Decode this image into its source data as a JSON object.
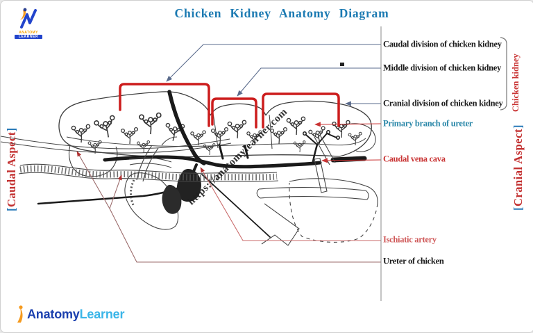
{
  "title": "Chicken Kidney Anatomy Diagram",
  "watermark": "https://anatomylearner.com",
  "aspect_labels": {
    "left": {
      "open": "[",
      "text": "Caudal Aspect",
      "close": "]"
    },
    "right": {
      "open": "[",
      "text": "Cranial Aspect",
      "close": "]"
    }
  },
  "group_label": "Chicken kidney",
  "annotations": [
    {
      "name": "caudal-division",
      "text": "Caudal division of chicken kidney"
    },
    {
      "name": "middle-division",
      "text": "Middle division of chicken kidney"
    },
    {
      "name": "cranial-division",
      "text": "Cranial division of chicken kidney"
    },
    {
      "name": "primary-branch-of-ureter",
      "text": "Primary branch of ureter"
    },
    {
      "name": "caudal-vena-cava",
      "text": "Caudal vena cava"
    },
    {
      "name": "ischiatic-artery",
      "text": "Ischiatic artery"
    },
    {
      "name": "ureter-of-chicken",
      "text": "Ureter of chicken"
    }
  ],
  "logo_top": {
    "line1": "ANATOMY",
    "line2": "LEARNER"
  },
  "logo_bottom": {
    "part1": "Anatomy",
    "part2": "Learner"
  },
  "colors": {
    "title_blue": "#1b7ab2",
    "label_black": "#1c1c1c",
    "label_teal": "#2a87a8",
    "label_red": "#c93434",
    "kidney_bracket_red": "#cc1c1c",
    "aspect_text_red": "#c33131",
    "aspect_bracket_blue": "#2a7ab8",
    "pointer_slate": "#5a6b8c",
    "logo_dark_blue": "#1a3fae",
    "logo_light_blue": "#3ab5e8",
    "logo_orange": "#f59a1e"
  }
}
